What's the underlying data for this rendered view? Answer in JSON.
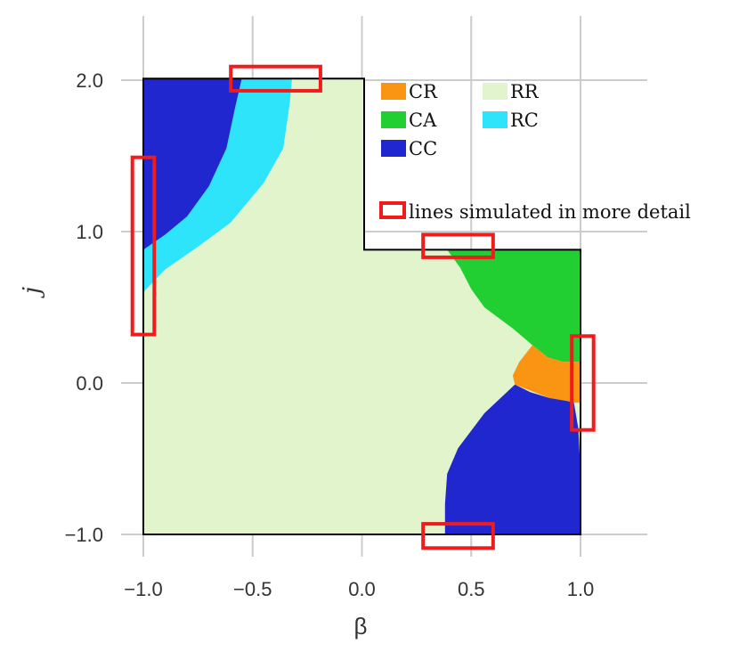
{
  "chart_data": {
    "type": "phase-diagram",
    "xlabel": "β",
    "ylabel": "j",
    "xlim": [
      -1.2,
      1.3
    ],
    "ylim": [
      -1.2,
      2.45
    ],
    "grid": true,
    "x_ticks": [
      {
        "value": -1.0,
        "label": "−1.0"
      },
      {
        "value": -0.5,
        "label": "−0.5"
      },
      {
        "value": 0.0,
        "label": "0.0"
      },
      {
        "value": 0.5,
        "label": "0.5"
      },
      {
        "value": 1.0,
        "label": "1.0"
      }
    ],
    "y_ticks": [
      {
        "value": -1.0,
        "label": "−1.0"
      },
      {
        "value": 0.0,
        "label": "0.0"
      },
      {
        "value": 1.0,
        "label": "1.0"
      },
      {
        "value": 2.0,
        "label": "2.0"
      }
    ],
    "domain_outline": [
      [
        -1.0,
        -1.0
      ],
      [
        1.0,
        -1.0
      ],
      [
        1.0,
        0.88
      ],
      [
        0.01,
        0.88
      ],
      [
        0.01,
        2.01
      ],
      [
        -1.0,
        2.01
      ]
    ],
    "regions": [
      {
        "name": "RR",
        "color": "#e2f4cb",
        "polygon": [
          [
            -1.0,
            -1.0
          ],
          [
            1.0,
            -1.0
          ],
          [
            1.0,
            0.88
          ],
          [
            0.01,
            0.88
          ],
          [
            0.01,
            2.01
          ],
          [
            -1.0,
            2.01
          ]
        ]
      },
      {
        "name": "RC",
        "color": "#2ee4fb",
        "polygon": [
          [
            -1.0,
            2.01
          ],
          [
            -0.32,
            2.01
          ],
          [
            -0.33,
            1.85
          ],
          [
            -0.36,
            1.55
          ],
          [
            -0.45,
            1.32
          ],
          [
            -0.6,
            1.06
          ],
          [
            -0.75,
            0.9
          ],
          [
            -0.9,
            0.75
          ],
          [
            -1.0,
            0.6
          ]
        ]
      },
      {
        "name": "CC",
        "color": "#2027ce",
        "polygon": [
          [
            -1.0,
            2.01
          ],
          [
            -0.55,
            2.01
          ],
          [
            -0.58,
            1.82
          ],
          [
            -0.62,
            1.55
          ],
          [
            -0.7,
            1.3
          ],
          [
            -0.8,
            1.1
          ],
          [
            -0.9,
            0.98
          ],
          [
            -1.0,
            0.88
          ]
        ]
      },
      {
        "name": "CA",
        "color": "#22cf33",
        "polygon": [
          [
            0.39,
            0.88
          ],
          [
            1.0,
            0.88
          ],
          [
            1.0,
            0.14
          ],
          [
            0.92,
            0.14
          ],
          [
            0.85,
            0.17
          ],
          [
            0.78,
            0.25
          ],
          [
            0.69,
            0.36
          ],
          [
            0.56,
            0.5
          ],
          [
            0.5,
            0.62
          ],
          [
            0.45,
            0.76
          ]
        ]
      },
      {
        "name": "CR",
        "color": "#fa9514",
        "polygon": [
          [
            0.78,
            0.25
          ],
          [
            0.85,
            0.17
          ],
          [
            0.92,
            0.14
          ],
          [
            1.0,
            0.14
          ],
          [
            1.0,
            -0.13
          ],
          [
            0.94,
            -0.13
          ],
          [
            0.86,
            -0.1
          ],
          [
            0.77,
            -0.05
          ],
          [
            0.7,
            -0.01
          ],
          [
            0.69,
            0.05
          ],
          [
            0.72,
            0.14
          ]
        ]
      },
      {
        "name": "CC",
        "color": "#2027ce",
        "polygon": [
          [
            0.38,
            -1.0
          ],
          [
            1.0,
            -1.0
          ],
          [
            1.0,
            -0.58
          ],
          [
            0.99,
            -0.3
          ],
          [
            0.97,
            -0.13
          ],
          [
            0.94,
            -0.12
          ],
          [
            0.86,
            -0.1
          ],
          [
            0.77,
            -0.06
          ],
          [
            0.7,
            -0.01
          ],
          [
            0.56,
            -0.2
          ],
          [
            0.44,
            -0.43
          ],
          [
            0.39,
            -0.6
          ],
          [
            0.38,
            -0.8
          ]
        ]
      }
    ],
    "detail_boxes": [
      {
        "x0": -0.6,
        "x1": -0.19,
        "y0": 1.93,
        "y1": 2.09
      },
      {
        "x0": -1.05,
        "x1": -0.95,
        "y0": 0.32,
        "y1": 1.49
      },
      {
        "x0": 0.28,
        "x1": 0.6,
        "y0": 0.83,
        "y1": 0.98
      },
      {
        "x0": 0.96,
        "x1": 1.06,
        "y0": -0.31,
        "y1": 0.31
      },
      {
        "x0": 0.28,
        "x1": 0.6,
        "y0": -1.09,
        "y1": -0.93
      }
    ],
    "legend": {
      "placement": "top-right",
      "entries": [
        {
          "label": "CR",
          "color": "#fa9514"
        },
        {
          "label": "RR",
          "color": "#e2f4cb"
        },
        {
          "label": "CA",
          "color": "#22cf33"
        },
        {
          "label": "RC",
          "color": "#2ee4fb"
        },
        {
          "label": "CC",
          "color": "#2027ce"
        }
      ],
      "detail_label": "lines simulated in more detail",
      "detail_color": "#ee1c1c"
    }
  }
}
